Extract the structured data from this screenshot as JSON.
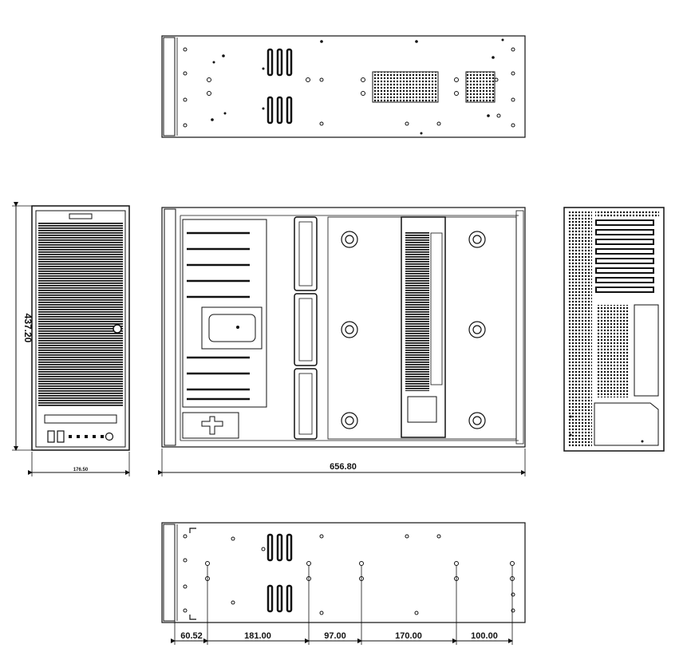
{
  "dimensions": {
    "height": "437.20",
    "front_width": "176.50",
    "depth": "656.80",
    "bottom_offsets": [
      "60.52",
      "181.00",
      "97.00",
      "170.00",
      "100.00"
    ]
  },
  "colors": {
    "line": "#111111",
    "background": "#ffffff"
  }
}
